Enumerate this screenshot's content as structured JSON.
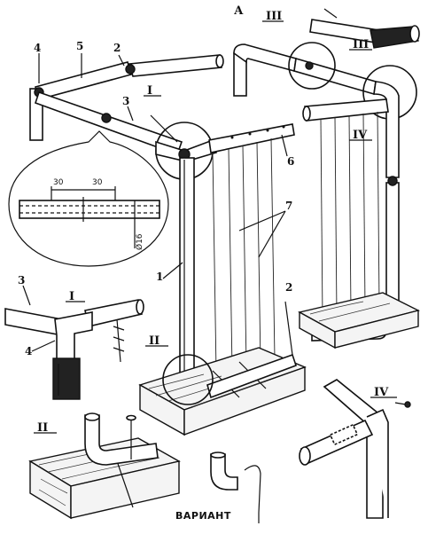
{
  "labels": {
    "view_a": "А",
    "detail_1": "I",
    "detail_1b": "I",
    "detail_2": "II",
    "detail_2b": "II",
    "detail_3": "III",
    "detail_3b": "III",
    "detail_4": "IV",
    "detail_4b": "IV",
    "part_1": "1",
    "part_2a": "2",
    "part_2b": "2",
    "part_3a": "3",
    "part_3b": "3",
    "part_4a": "4",
    "part_4b": "4",
    "part_5": "5",
    "part_6": "6",
    "part_7": "7",
    "dim_30a": "30",
    "dim_30b": "30",
    "dim_d16": "Ø16",
    "variant": "ВАРИАНТ"
  }
}
